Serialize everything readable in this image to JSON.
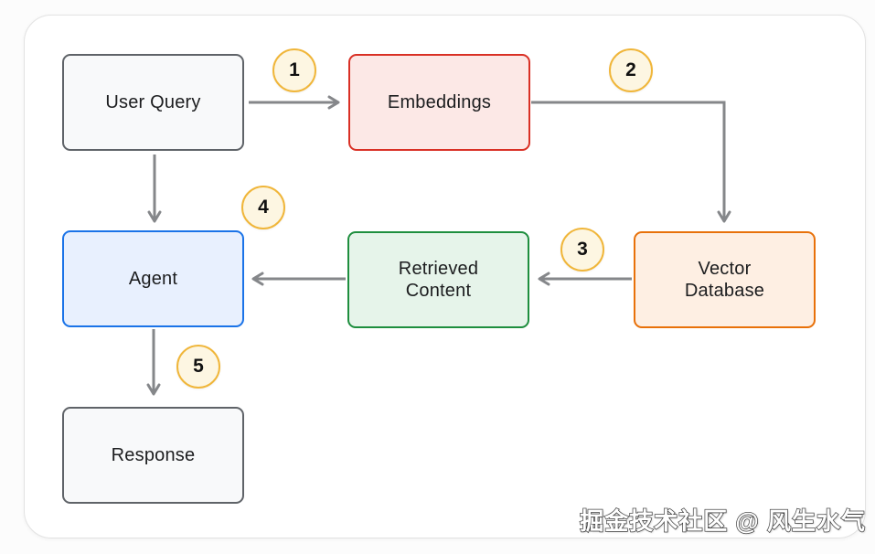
{
  "page": {
    "background": "#fcfcfc",
    "card_background": "#ffffff",
    "card_border": "#e3e3e3",
    "watermark": "掘金技术社区 @ 风生水气"
  },
  "diagram": {
    "type": "flowchart",
    "arrow_color": "#85878a",
    "badge_style": {
      "fill": "#fdf6e2",
      "border": "#f0b63a",
      "text_color": "#111111"
    },
    "nodes": [
      {
        "id": "user-query",
        "label": "User Query",
        "fill": "#f8f9fa",
        "border": "#5f6368"
      },
      {
        "id": "embeddings",
        "label": "Embeddings",
        "fill": "#fce8e6",
        "border": "#d93025"
      },
      {
        "id": "vector-database",
        "label": "Vector Database",
        "fill": "#feefe3",
        "border": "#e8710a"
      },
      {
        "id": "retrieved-content",
        "label": "Retrieved Content",
        "fill": "#e6f4ea",
        "border": "#1e8e3e"
      },
      {
        "id": "agent",
        "label": "Agent",
        "fill": "#e8f0fe",
        "border": "#1a73e8"
      },
      {
        "id": "response",
        "label": "Response",
        "fill": "#f8f9fa",
        "border": "#5f6368"
      }
    ],
    "connections": [
      {
        "step": "1",
        "from": "User Query",
        "to": "Embeddings"
      },
      {
        "step": "2",
        "from": "Embeddings",
        "to": "Vector Database"
      },
      {
        "step": "3",
        "from": "Vector Database",
        "to": "Retrieved Content"
      },
      {
        "step": "4",
        "from": "Retrieved Content",
        "to": "Agent"
      },
      {
        "step": "5",
        "from": "Agent",
        "to": "Response"
      },
      {
        "step": "",
        "from": "User Query",
        "to": "Agent"
      }
    ]
  }
}
